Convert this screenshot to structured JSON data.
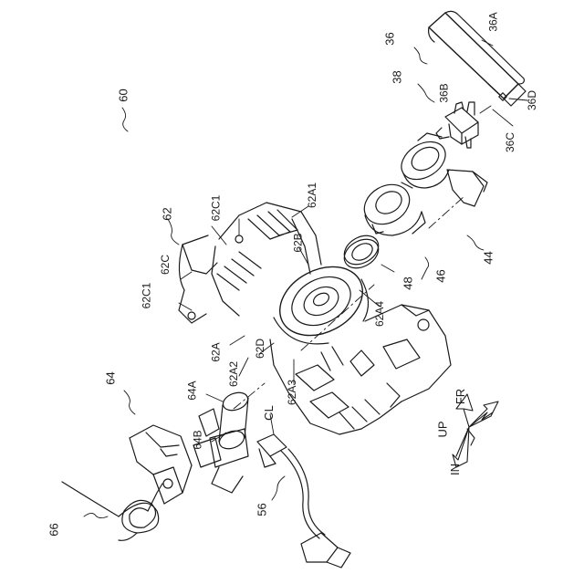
{
  "labels": {
    "l60": "60",
    "l62": "62",
    "l62C1a": "62C1",
    "l62A1": "62A1",
    "l62B": "62B",
    "l62C": "62C",
    "l62C1b": "62C1",
    "l62A4": "62A4",
    "l62A": "62A",
    "l62A2": "62A2",
    "l62D": "62D",
    "l62A3": "62A3",
    "l64": "64",
    "l64A": "64A",
    "l64B": "64B",
    "lCL": "CL",
    "l56": "56",
    "l66": "66",
    "l36": "36",
    "l36A": "36A",
    "l38": "38",
    "l36B": "36B",
    "l36C": "36C",
    "l36D": "36D",
    "l44": "44",
    "l46": "46",
    "l48": "48",
    "lFR": "FR",
    "lUP": "UP",
    "lIN": "IN"
  }
}
